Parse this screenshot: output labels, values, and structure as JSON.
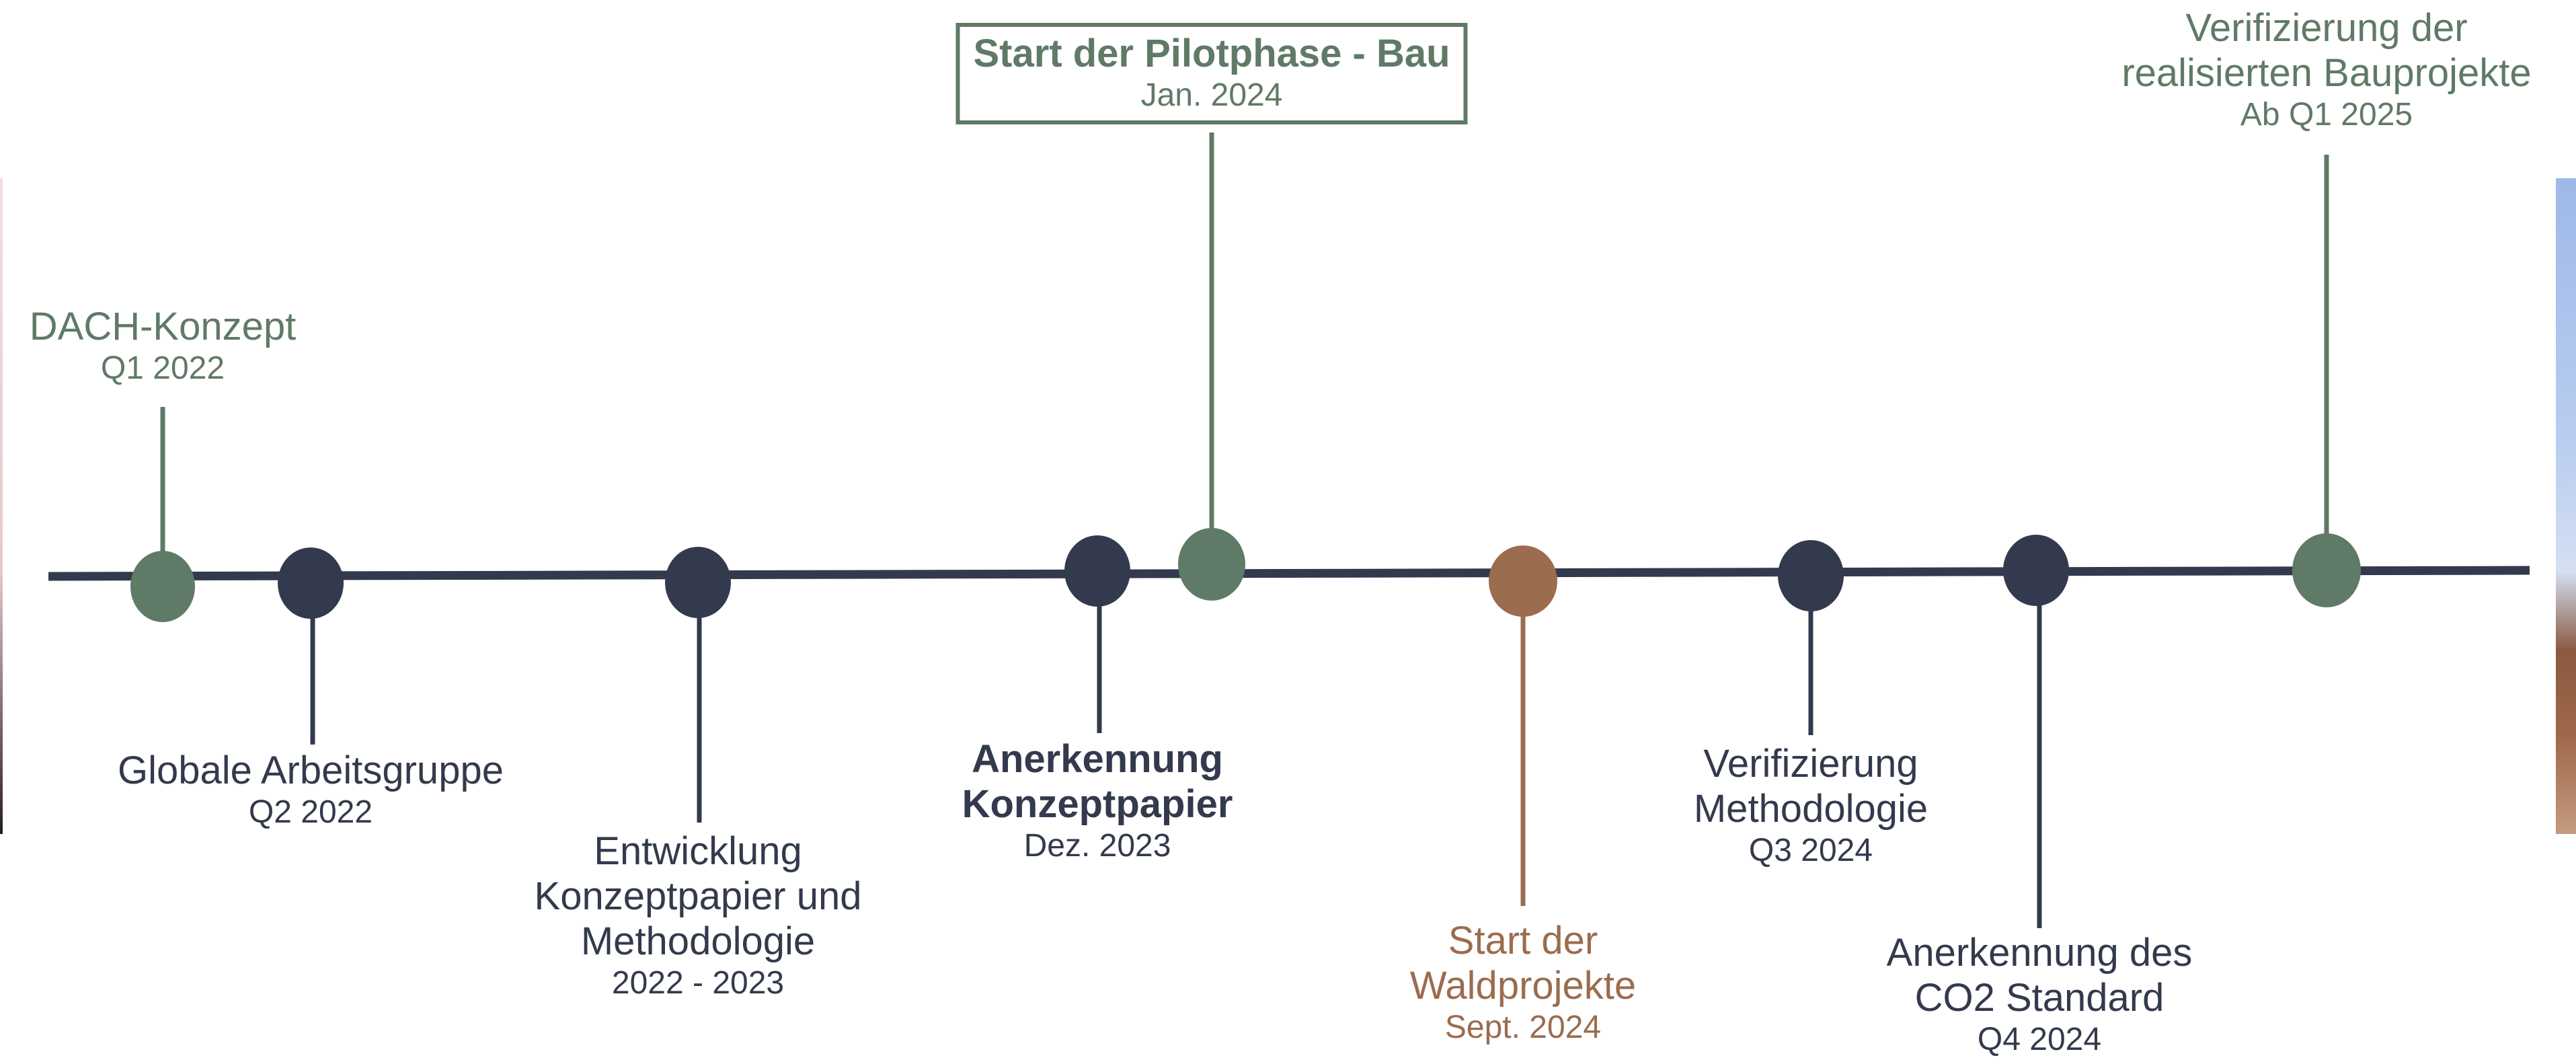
{
  "colors": {
    "navy": "#333a4d",
    "green": "#5f7a66",
    "brown": "#9b6c4e"
  },
  "milestones": [
    {
      "id": "dach",
      "title": [
        "DACH-Konzept"
      ],
      "date": "Q1 2022",
      "color": "green",
      "bold": false
    },
    {
      "id": "globale",
      "title": [
        "Globale Arbeitsgruppe"
      ],
      "date": "Q2 2022",
      "color": "navy",
      "bold": false
    },
    {
      "id": "entwicklung",
      "title": [
        "Entwicklung",
        "Konzeptpapier und",
        "Methodologie"
      ],
      "date": "2022 - 2023",
      "color": "navy",
      "bold": false
    },
    {
      "id": "anerkennung-konzept",
      "title": [
        "Anerkennung",
        "Konzeptpapier"
      ],
      "date": "Dez. 2023",
      "color": "navy",
      "bold": true
    },
    {
      "id": "pilotphase",
      "title": [
        "Start der Pilotphase - Bau"
      ],
      "date": "Jan. 2024",
      "color": "green",
      "bold": true,
      "boxed": true
    },
    {
      "id": "wald",
      "title": [
        "Start der",
        "Waldprojekte"
      ],
      "date": "Sept. 2024",
      "color": "brown",
      "bold": false
    },
    {
      "id": "verifizierung-methodologie",
      "title": [
        "Verifizierung",
        "Methodologie"
      ],
      "date": "Q3 2024",
      "color": "navy",
      "bold": false
    },
    {
      "id": "co2",
      "title": [
        "Anerkennung des",
        "CO2 Standard"
      ],
      "date": "Q4 2024",
      "color": "navy",
      "bold": false
    },
    {
      "id": "bauprojekte",
      "title": [
        "Verifizierung der",
        "realisierten Bauprojekte"
      ],
      "date": "Ab Q1 2025",
      "color": "green",
      "bold": false
    }
  ]
}
